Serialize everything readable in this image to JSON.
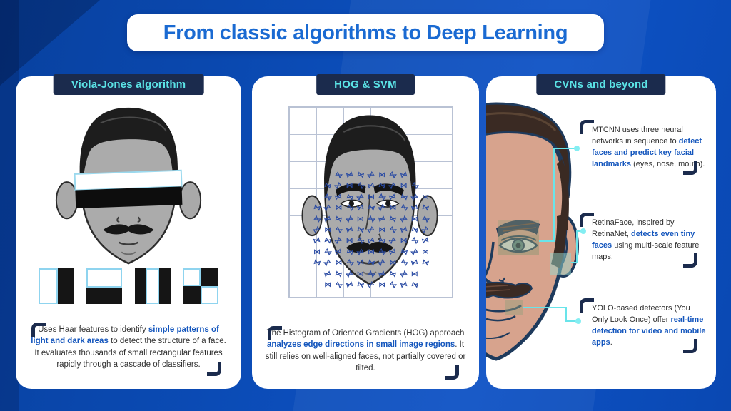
{
  "title": "From classic algorithms to Deep Learning",
  "colors": {
    "background_blue": "#0b4bb5",
    "navy": "#1b2b4d",
    "accent_cyan": "#5be3e6",
    "title_blue": "#1a6ad2",
    "highlight_blue": "#1456bd",
    "detection_line_cyan": "#69e4ea"
  },
  "icons": {
    "quote_corner": "corner-bracket",
    "hog_gradient_glyph": "⋈"
  },
  "panels": {
    "viola": {
      "header": "Viola-Jones algorithm",
      "quote": [
        {
          "t": "Uses Haar features to identify "
        },
        {
          "t": "simple patterns of light and dark areas",
          "b": true
        },
        {
          "t": " to detect the structure of a face. It evaluates thousands of small rectangular features rapidly through a cascade of classifiers."
        }
      ]
    },
    "hog": {
      "header": "HOG & SVM",
      "quote": [
        {
          "t": "The Histogram of Oriented Gradients (HOG) approach "
        },
        {
          "t": "analyzes edge directions in small image regions",
          "b": true
        },
        {
          "t": ". It still relies on well-aligned faces, not partially covered or tilted."
        }
      ]
    },
    "cnn": {
      "header": "CVNs and beyond",
      "notes": [
        [
          {
            "t": "MTCNN uses three neural networks in sequence to "
          },
          {
            "t": "detect faces and predict key facial landmarks",
            "b": true
          },
          {
            "t": " (eyes, nose, mouth)."
          }
        ],
        [
          {
            "t": "RetinaFace, inspired by RetinaNet, "
          },
          {
            "t": "detects even tiny faces",
            "b": true
          },
          {
            "t": " using multi-scale feature maps."
          }
        ],
        [
          {
            "t": "YOLO-based detectors (You Only Look Once) offer "
          },
          {
            "t": "real-time detection for video and mobile apps",
            "b": true
          },
          {
            "t": "."
          }
        ]
      ]
    }
  }
}
